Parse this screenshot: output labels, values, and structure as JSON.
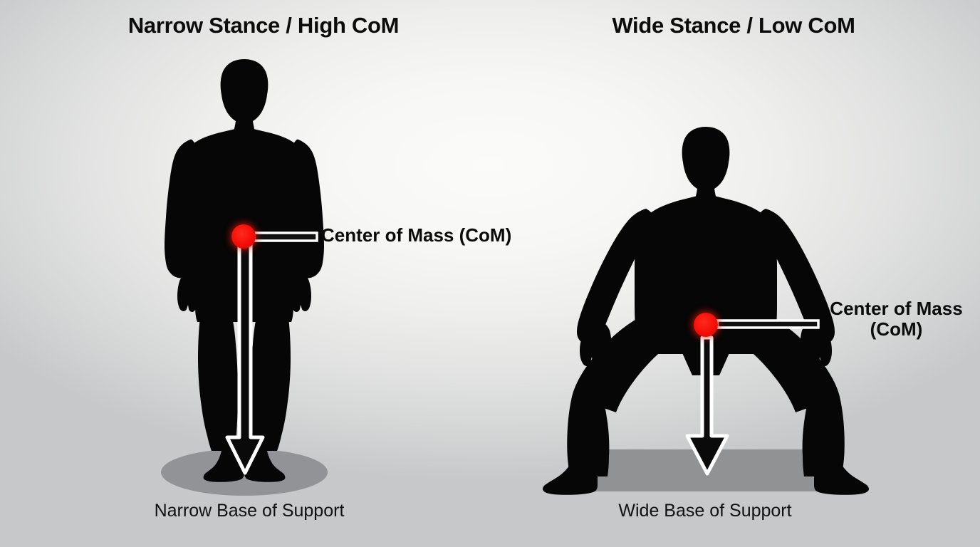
{
  "diagram": {
    "title_hidden": "Center of Mass and Base of Support comparison",
    "background": {
      "center_color": "#fafaf8",
      "edge_color": "#c9cacb"
    },
    "accent_colors": {
      "com_dot": "#f20d06",
      "silhouette": "#050505",
      "base_of_support": "#8f9092",
      "callout_line": "#ffffff",
      "arrow_fill": "#0a0a0a",
      "arrow_outline": "#ffffff",
      "text": "#0c0c0c"
    }
  },
  "panels": {
    "left": {
      "title": "Narrow Stance / High CoM",
      "caption": "Narrow Base of Support",
      "callout_line1": "Center of Mass (CoM)",
      "callout_line2": "",
      "com_label": "Center of Mass (CoM)",
      "base_shape": "ellipse",
      "stance": "narrow",
      "com_height": "high"
    },
    "right": {
      "title": "Wide Stance / Low CoM",
      "caption": "Wide Base of Support",
      "callout_line1": "Center of Mass",
      "callout_line2": "(CoM)",
      "com_label": "Center of Mass (CoM)",
      "base_shape": "rectangle",
      "stance": "wide",
      "com_height": "low"
    }
  },
  "icons": {
    "com_dot": "red-circle-marker",
    "gravity_arrow": "downward-arrow",
    "leader_line": "horizontal-leader-line"
  }
}
